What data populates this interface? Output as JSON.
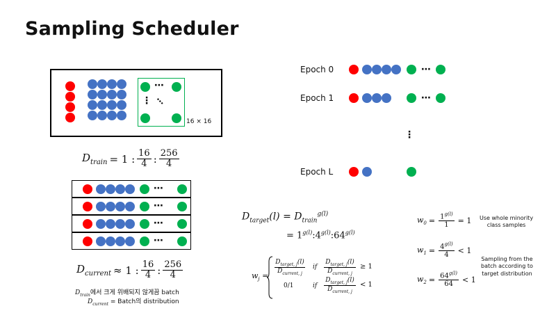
{
  "title": "Sampling Scheduler",
  "colors": {
    "minority": "#ff0000",
    "middle": "#4472c4",
    "majority": "#00b050"
  },
  "grid_size_label": "16 × 16",
  "dataset": {
    "lhs": "D",
    "lhs_sub": "train",
    "ratio_lead": "= 1 :",
    "frac1_num": "16",
    "frac1_den": "4",
    "sep": ":",
    "frac2_num": "256",
    "frac2_den": "4"
  },
  "current": {
    "lhs": "D",
    "lhs_sub": "current",
    "ratio_lead": "≈ 1 :",
    "frac1_num": "16",
    "frac1_den": "4",
    "sep": ":",
    "frac2_num": "256",
    "frac2_den": "4"
  },
  "notes": {
    "line1_sym": "D",
    "line1_sub": "train",
    "line1_text": "에서 크게 위배되지 않게끔 batch",
    "line2_sym": "D",
    "line2_sub": "current",
    "line2_text": " = Batch의 distribution"
  },
  "epochs": {
    "labels": [
      "Epoch 0",
      "Epoch 1",
      "Epoch L"
    ]
  },
  "ellipsis": "⋯",
  "vellipsis": "⋮",
  "target": {
    "lhs": "D",
    "lhs_sub": "target",
    "lhs_arg": "(l) = D",
    "rhs_sub": "train",
    "rhs_sup": "g(l)",
    "line2": "= 1",
    "line2_sup1": "g(l)",
    "line2_mid1": ":4",
    "line2_sup2": "g(l)",
    "line2_mid2": ":64",
    "line2_sup3": "g(l)"
  },
  "weight_formula": {
    "lhs": "w",
    "lhs_sub": "j",
    "eq": "=",
    "case1_num": "D",
    "case1_num_sub": "target, j",
    "case1_num_arg": "(l)",
    "case1_den": "D",
    "case1_den_sub": "current, j",
    "case1_if": "if",
    "case1_cond_num": "D",
    "case1_cond_num_sub": "target, j",
    "case1_cond_num_arg": "(l)",
    "case1_cond_den": "D",
    "case1_cond_den_sub": "current, j",
    "case1_cmp": "≥ 1",
    "case2_val": "0/1",
    "case2_if": "if",
    "case2_cond_num": "D",
    "case2_cond_num_sub": "target, j",
    "case2_cond_num_arg": "(l)",
    "case2_cond_den": "D",
    "case2_cond_den_sub": "current, j",
    "case2_cmp": "< 1"
  },
  "weights": [
    {
      "lhs": "w",
      "sub": "0",
      "num": "1",
      "num_sup": "g(l)",
      "den": "1",
      "rhs": "= 1",
      "note": [
        "Use whole minority",
        "class samples"
      ]
    },
    {
      "lhs": "w",
      "sub": "1",
      "num": "4",
      "num_sup": "g(l)",
      "den": "4",
      "rhs": "< 1",
      "note": [
        "Sampling from the",
        "batch according  to",
        "target distribution"
      ]
    },
    {
      "lhs": "w",
      "sub": "2",
      "num": "64",
      "num_sup": "g(l)",
      "den": "64",
      "rhs": "< 1",
      "note": []
    }
  ]
}
